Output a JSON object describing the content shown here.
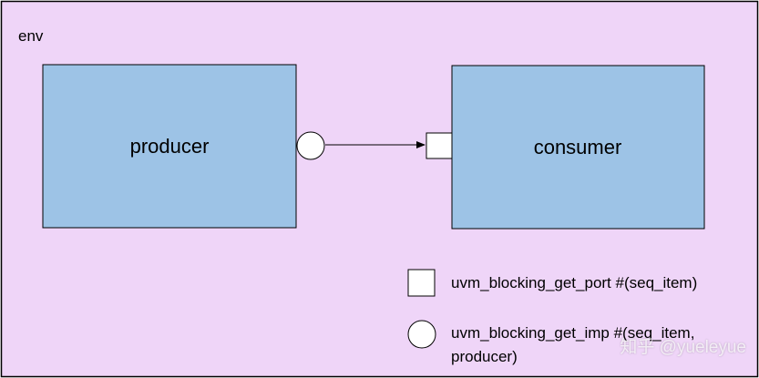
{
  "env": {
    "label": "env"
  },
  "producer": {
    "label": "producer"
  },
  "consumer": {
    "label": "consumer"
  },
  "legend": {
    "port_label": "uvm_blocking_get_port #(seq_item)",
    "imp_label_line1": "uvm_blocking_get_imp #(seq_item,",
    "imp_label_line2": "producer)"
  },
  "watermark": {
    "text": "知乎 @yueleyue"
  },
  "colors": {
    "env_fill": "#efd5f8",
    "box_fill": "#9dc3e6",
    "stroke": "#000000",
    "connector_fill": "#ffffff"
  }
}
